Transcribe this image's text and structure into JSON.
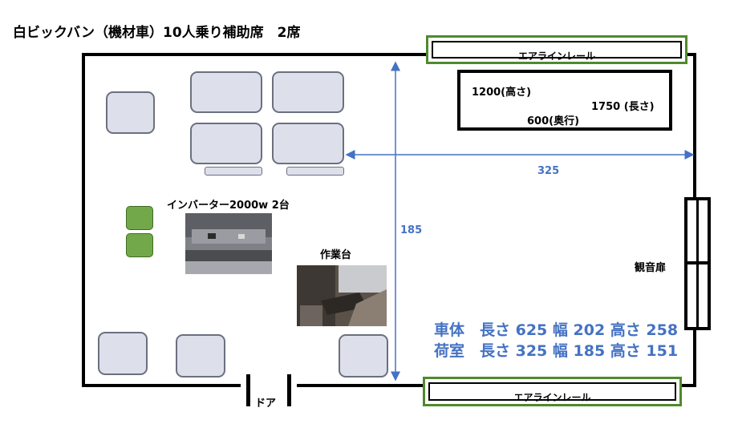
{
  "title": "白ビックバン（機材車）10人乗り補助席　2席",
  "rails": {
    "top_label": "エアラインレール",
    "bottom_label": "エアラインレール"
  },
  "cargo_box": {
    "height": "1200(高さ)",
    "length": "1750 (長さ)",
    "depth": "600(奥行)"
  },
  "dimensions": {
    "width_arrow": "325",
    "height_arrow": "185"
  },
  "labels": {
    "inverter": "インバーター2000w 2台",
    "workbench": "作業台",
    "rear_door": "観音扉",
    "door": "ドア"
  },
  "stats": {
    "body": "車体　長さ 625 幅 202 高さ 258",
    "cargo": "荷室　長さ 325 幅 185 高さ 151"
  },
  "colors": {
    "accent": "#4472c4",
    "rail": "#4f8a2b",
    "seat": "#dde0ea",
    "inverter": "#73a84a"
  }
}
